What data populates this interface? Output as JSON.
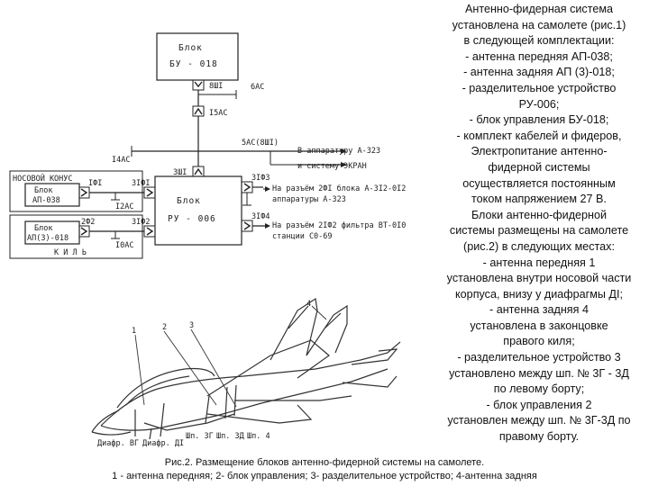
{
  "body_lines": [
    "Антенно-фидерная система",
    "установлена на самолете (рис.1)",
    "в следующей комплектации:",
    "- антенна передняя АП-038;",
    "- антенна задняя АП (3)-018;",
    "- разделительное устройство",
    "РУ-006;",
    "- блок управления БУ-018;",
    "- комплект кабелей и фидеров,",
    "Электропитание антенно-",
    "фидерной системы",
    "осуществляется постоянным",
    "током напряжением 27 В.",
    "Блоки антенно-фидерной",
    "системы размещены на самолете",
    "(рис.2) в следующих местах:",
    "- антенна передняя 1",
    "установлена внутри носовой части",
    "корпуса, внизу у диафрагмы ДI;",
    "- антенна задняя 4",
    "установлена в законцовке",
    "правого киля;",
    "- разделительное устройство 3",
    "установлено между шп. № 3Г - 3Д",
    "по левому борту;",
    "- блок управления 2",
    "установлен между шп. № 3Г-3Д по",
    "правому борту."
  ],
  "caption": {
    "line1": "Рис.2. Размещение блоков антенно-фидерной системы на самолете.",
    "line2": "1 - антенна передняя; 2- блок управления; 3- разделительное устройство; 4-антенна задняя"
  },
  "schematic": {
    "bu_block": {
      "word": "Блок",
      "model": "БУ - 018"
    },
    "ru_block": {
      "word": "Блок",
      "model": "РУ - 006"
    },
    "nose_label": "НОСОВОЙ КОНУС",
    "ap038": {
      "word": "Блок",
      "model": "АП-038"
    },
    "ap3018": {
      "word": "Блок",
      "model": "АП(3)-018"
    },
    "kil": "К И Л Ь",
    "conn_8sh1": "8ШI",
    "conn_6as": "6АС",
    "conn_15as": "I5АС",
    "conn_14as": "I4АС",
    "conn_3sh1": "3ШI",
    "conn_5as_label": "5АС(8ШI)",
    "to_a323": "В аппаратуру А-323",
    "to_ekran": "и систему ЭКРАН",
    "conn_1f1": "IФI",
    "conn_12as": "I2АС",
    "conn_3f1": "3IФI",
    "conn_2f2": "2Ф2",
    "conn_10as": "I0АС",
    "conn_3f2": "3IФ2",
    "conn_3f3": "3IФ3",
    "conn_3f4": "3IФ4",
    "out1_line1": "На разъём 2ФI блока А-3I2-0I2",
    "out1_line2": "аппаратуры А-323",
    "out2_line1": "На разъём 2IФ2 фильтра ВТ-0I0",
    "out2_line2": "станции С0-69",
    "callouts": [
      "1",
      "2",
      "3",
      "4"
    ],
    "frame_labels": [
      "Диафр. ВГ",
      "Диафр. ДI",
      "Шп. 3Г",
      "Шп. 3Д",
      "Шп. 4"
    ]
  }
}
